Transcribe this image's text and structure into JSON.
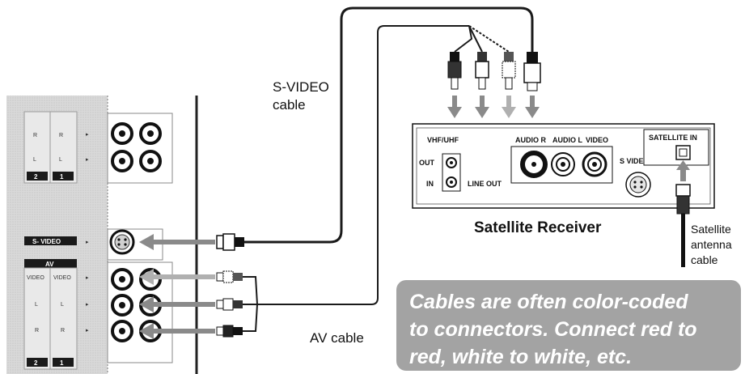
{
  "tv_panel": {
    "channel_labels": [
      "R",
      "R",
      "L",
      "L"
    ],
    "input_numbers": [
      "2",
      "1"
    ],
    "svideo_tag": "S- VIDEO",
    "av_tag": "AV",
    "av_col_labels": [
      "VIDEO",
      "VIDEO"
    ],
    "av_row_labels": [
      "L",
      "L",
      "R",
      "R"
    ],
    "av_numbers": [
      "2",
      "1"
    ]
  },
  "labels": {
    "svideo_cable": "S-VIDEO\ncable",
    "av_cable": "AV cable",
    "satellite_receiver": "Satellite Receiver",
    "antenna_cable": "Satellite\nantenna\ncable"
  },
  "receiver": {
    "vhf_uhf": "VHF/UHF",
    "out": "OUT",
    "in": "IN",
    "line_out": "LINE OUT",
    "audio_r": "AUDIO R",
    "audio_l": "AUDIO L",
    "video": "VIDEO",
    "s_video": "S VIDEO",
    "satellite_in": "SATELLITE IN"
  },
  "note": {
    "lines": [
      "Cables are often color-coded",
      "to connectors. Connect red to",
      "red, white to white, etc."
    ]
  },
  "colors": {
    "tv_panel": "#d4d4d4",
    "arrow": "#8a8a8a",
    "note_bg": "#a3a3a3",
    "note_text": "#ffffff"
  }
}
